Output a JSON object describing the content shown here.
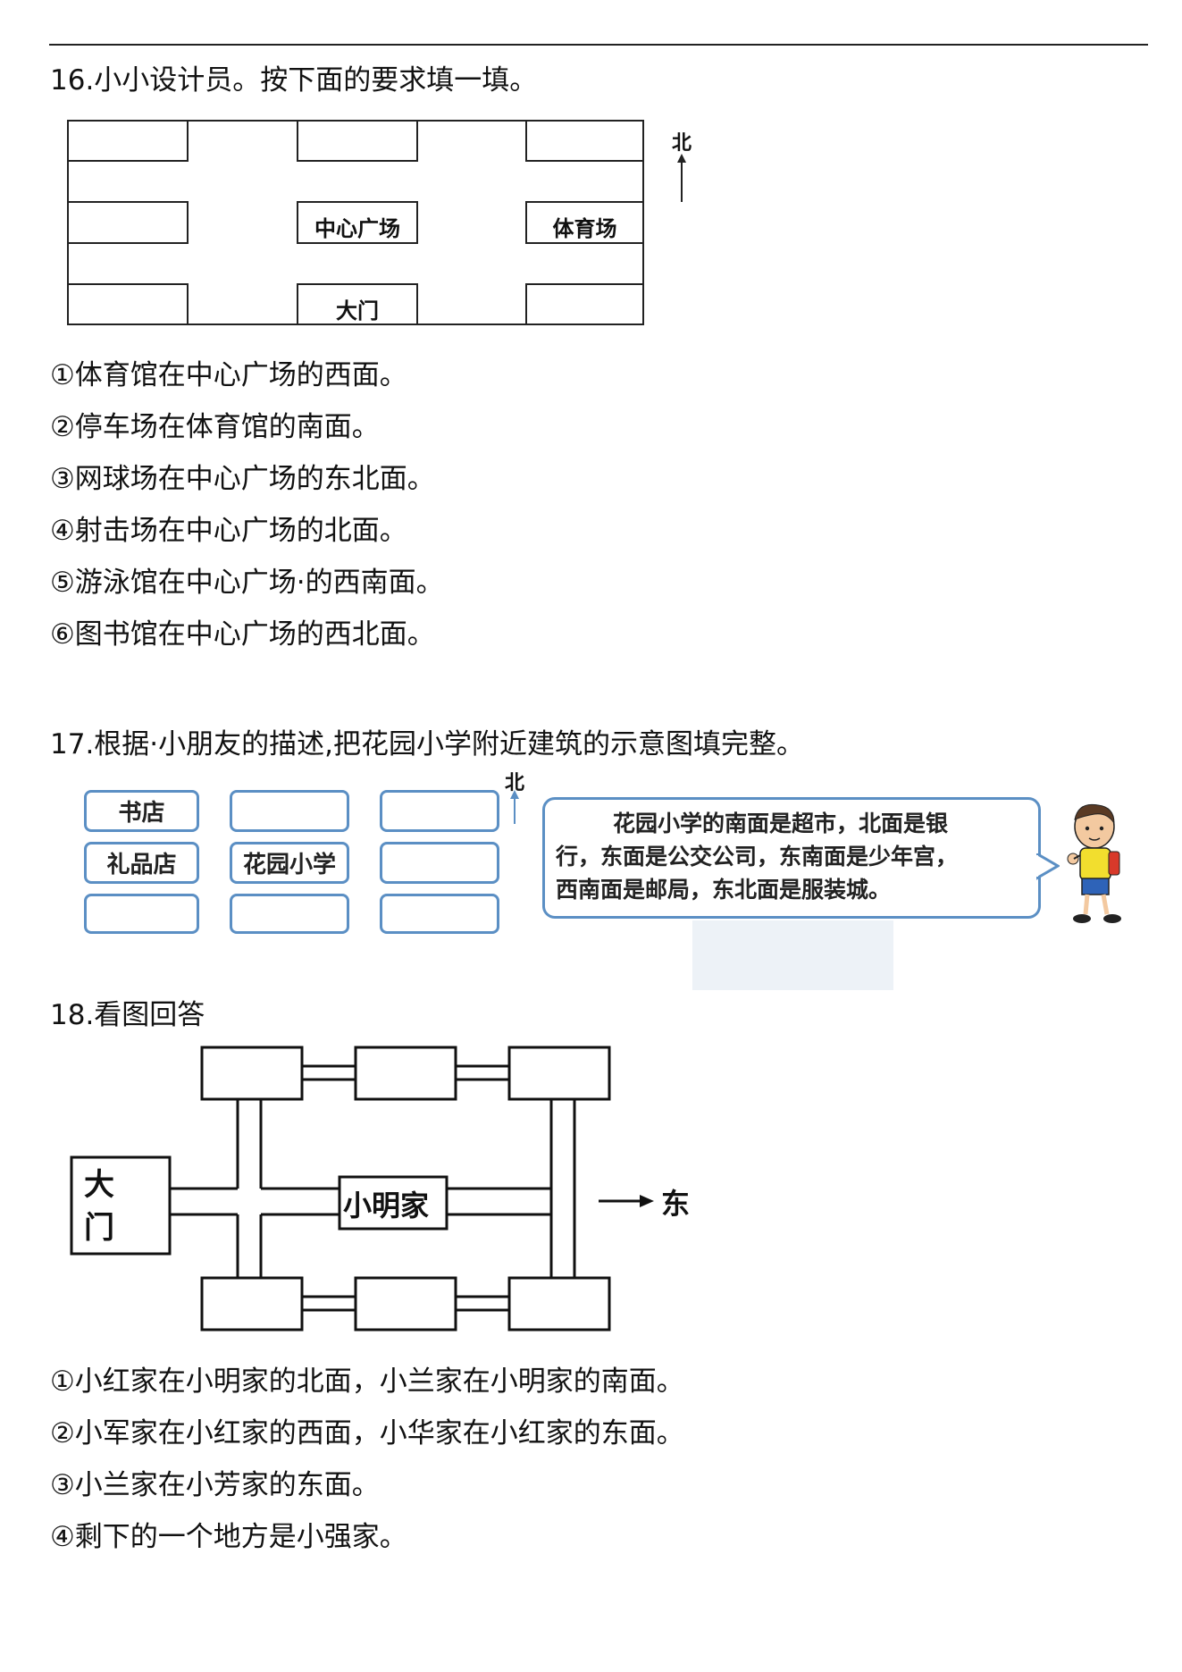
{
  "q16": {
    "title": "16.小小设计员。按下面的要求填一填。",
    "map": {
      "center": "中心广场",
      "stadium": "体育场",
      "gate": "大门",
      "north": "北"
    },
    "items": [
      "①体育馆在中心广场的西面。",
      "②停车场在体育馆的南面。",
      "③网球场在中心广场的东北面。",
      "④射击场在中心广场的北面。",
      "⑤游泳馆在中心广场·的西南面。",
      "⑥图书馆在中心广场的西北面。"
    ]
  },
  "q17": {
    "title": "17.根据·小朋友的描述,把花园小学附近建筑的示意图填完整。",
    "north": "北",
    "grid": [
      [
        "书店",
        "",
        ""
      ],
      [
        "礼品店",
        "花园小学",
        ""
      ],
      [
        "",
        "",
        ""
      ]
    ],
    "speech": [
      "花园小学的南面是超市，北面是银",
      "行，东面是公交公司，东南面是少年宫，",
      "西南面是邮局，东北面是服装城。"
    ]
  },
  "q18": {
    "title": "18.看图回答",
    "gate_top": "大",
    "gate_bottom": "门",
    "home": "小明家",
    "east": "东",
    "items": [
      "①小红家在小明家的北面，小兰家在小明家的南面。",
      "②小军家在小红家的西面，小华家在小红家的东面。",
      "③小兰家在小芳家的东面。",
      "④剩下的一个地方是小强家。"
    ]
  }
}
